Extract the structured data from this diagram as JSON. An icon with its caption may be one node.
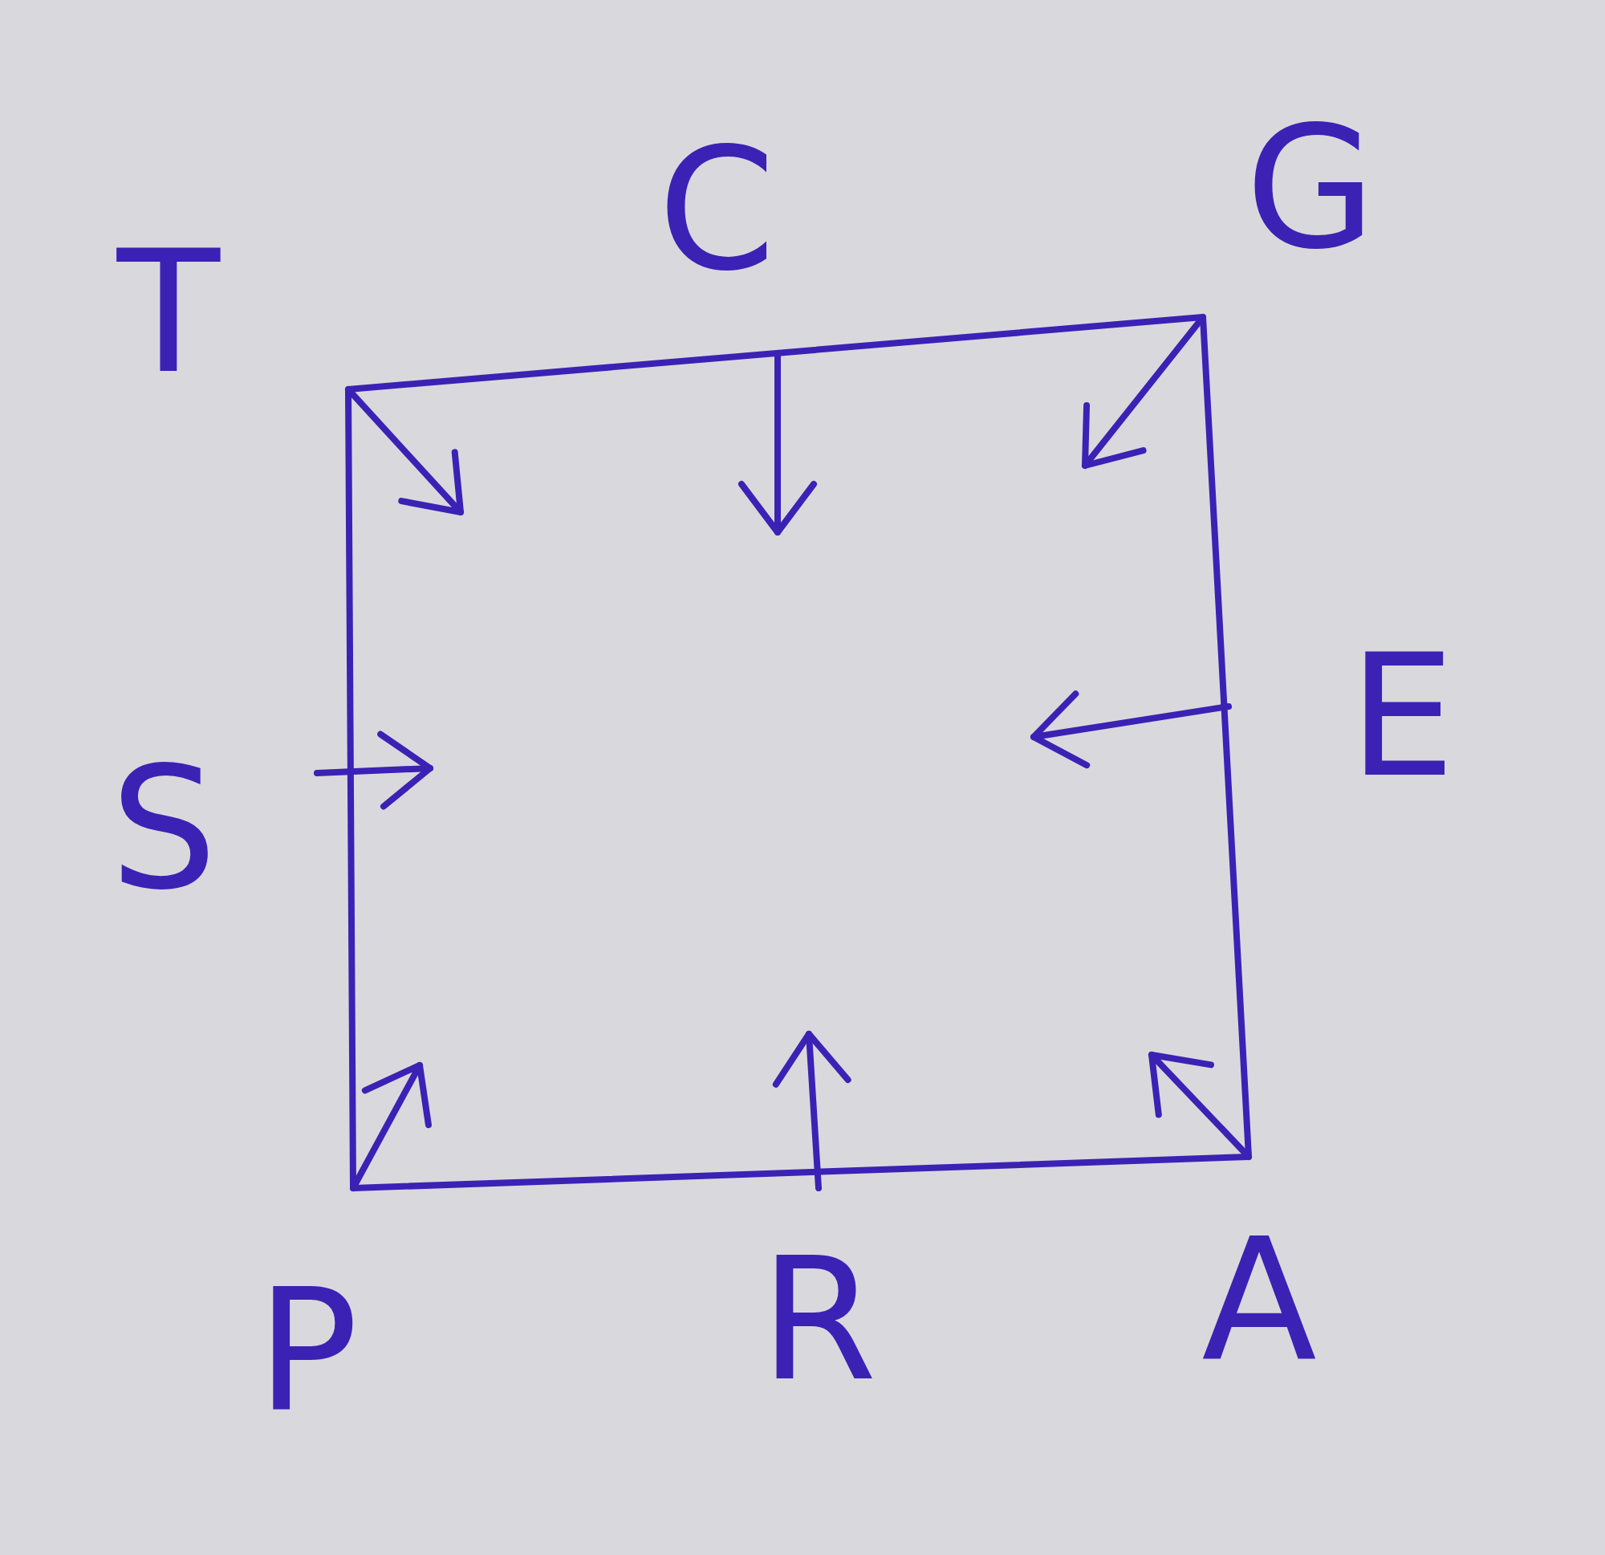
{
  "diagram": {
    "labels": [
      "T",
      "C",
      "G",
      "S",
      "E",
      "P",
      "R",
      "A"
    ]
  }
}
